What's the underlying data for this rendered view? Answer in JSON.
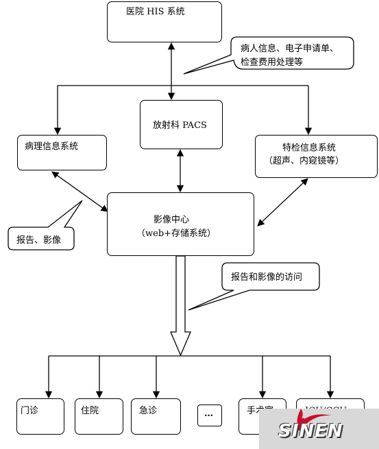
{
  "nodes": {
    "his": "医院 HIS 系统",
    "pacs": "放射科 PACS",
    "pathology": "病理信息系统",
    "special_line1": "特检信息系统",
    "special_line2": "（超声、内窥镜等）",
    "imaging_line1": "影像中心",
    "imaging_line2": "（web+存储系统）",
    "outpatient": "门诊",
    "inpatient": "住院",
    "emergency": "急诊",
    "more": "…",
    "surgery": "手术室",
    "icu": "ICU/CCU"
  },
  "callouts": {
    "his_info_line1": "病人信息、电子申请单、",
    "his_info_line2": "检查费用处理等",
    "report_image": "报告、影像",
    "access": "报告和影像的访问"
  },
  "watermark": {
    "text": "SINEN",
    "accent": "#c8102e"
  }
}
